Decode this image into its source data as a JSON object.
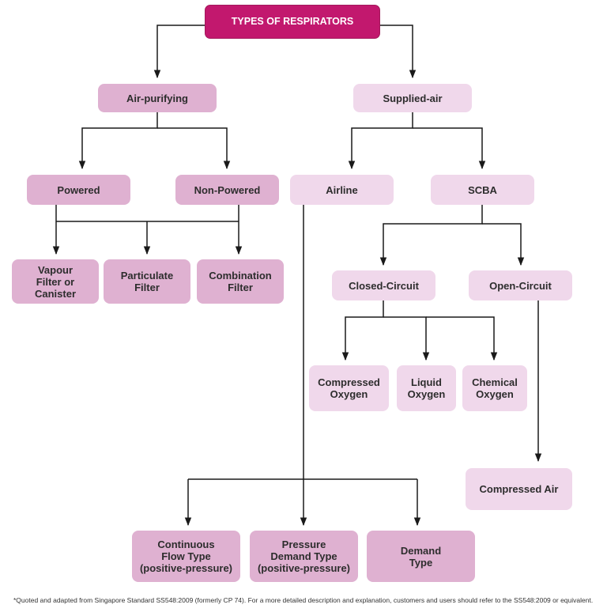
{
  "colors": {
    "root": "#c2186e",
    "mid": "#dfb1d1",
    "light": "#f0d8eb",
    "line": "#1a1a1a"
  },
  "nodes": {
    "root": "TYPES OF RESPIRATORS",
    "air_purifying": "Air-purifying",
    "supplied_air": "Supplied-air",
    "powered": "Powered",
    "non_powered": "Non-Powered",
    "airline": "Airline",
    "scba": "SCBA",
    "vapour_filter": "Vapour\nFilter or\nCanister",
    "particulate_filter": "Particulate\nFilter",
    "combination_filter": "Combination\nFilter",
    "closed_circuit": "Closed-Circuit",
    "open_circuit": "Open-Circuit",
    "compressed_oxygen": "Compressed\nOxygen",
    "liquid_oxygen": "Liquid\nOxygen",
    "chemical_oxygen": "Chemical\nOxygen",
    "compressed_air": "Compressed Air",
    "continuous_flow": "Continuous\nFlow Type\n(positive-pressure)",
    "pressure_demand": "Pressure\nDemand Type\n(positive-pressure)",
    "demand_type": "Demand\nType"
  },
  "footnote": "*Quoted and adapted from Singapore Standard SS548:2009 (formerly CP 74). For a more detailed description and explanation, customers and users should refer to the SS548:2009 or equivalent."
}
